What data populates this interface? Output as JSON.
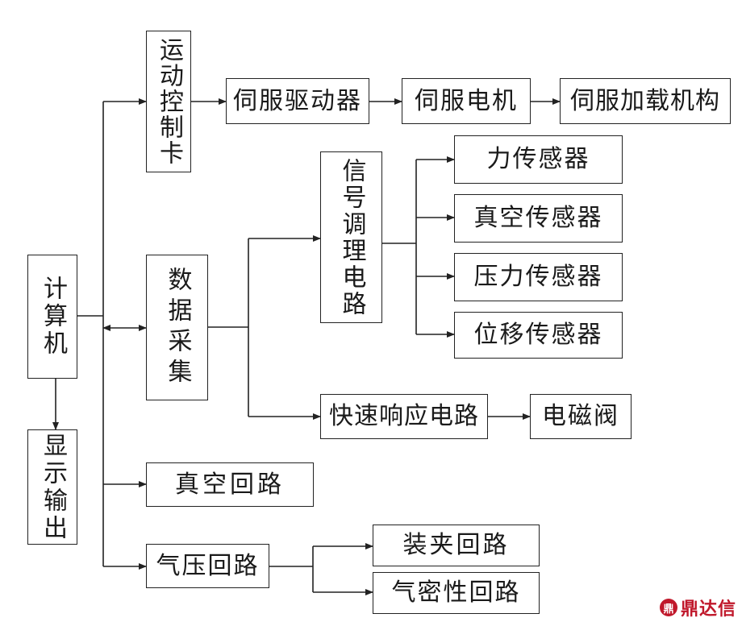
{
  "nodes": {
    "computer": "计算机",
    "display": "显示输出",
    "motion_card": "运动控制卡",
    "servo_driver": "伺服驱动器",
    "servo_motor": "伺服电机",
    "servo_loading": "伺服加载机构",
    "data_acq": "数据采集",
    "signal_cond": "信号调理电路",
    "force_sensor": "力传感器",
    "vacuum_sensor": "真空传感器",
    "pressure_sensor": "压力传感器",
    "displacement_sensor": "位移传感器",
    "fast_response": "快速响应电路",
    "solenoid_valve": "电磁阀",
    "vacuum_circuit": "真空回路",
    "pneumatic_circuit": "气压回路",
    "clamping_circuit": "装夹回路",
    "airtight_circuit": "气密性回路"
  },
  "logo": {
    "text": "鼎达信",
    "mark": "鼎"
  },
  "colors": {
    "line": "#222222",
    "brand": "#c0182b"
  }
}
